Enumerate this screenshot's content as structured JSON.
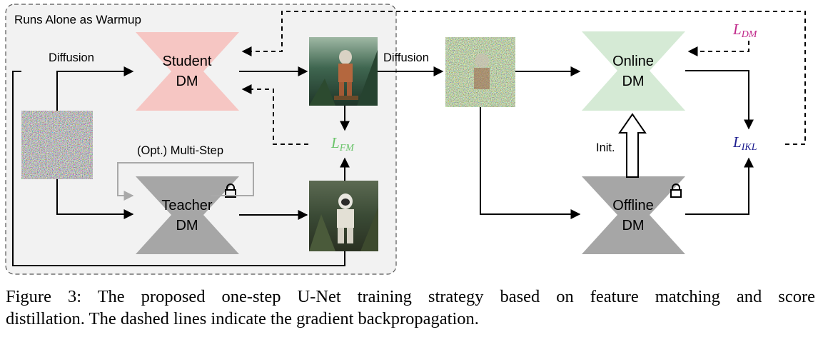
{
  "diagram": {
    "warmup_label": "Runs Alone as Warmup",
    "diffusion_label_left": "Diffusion",
    "diffusion_label_right": "Diffusion",
    "student": {
      "line1": "Student",
      "line2": "DM"
    },
    "teacher": {
      "line1": "Teacher",
      "line2": "DM"
    },
    "online": {
      "line1": "Online",
      "line2": "DM"
    },
    "offline": {
      "line1": "Offline",
      "line2": "DM"
    },
    "multistep_label": "(Opt.) Multi-Step",
    "init_label": "Init.",
    "loss_fm": {
      "symbol": "L",
      "sub": "FM"
    },
    "loss_dm": {
      "symbol": "L",
      "sub": "DM"
    },
    "loss_ikl": {
      "symbol": "L",
      "sub": "IKL"
    },
    "colors": {
      "student": "#f6c6c3",
      "online": "#d5ead5",
      "teacher": "#a6a6a6",
      "offline": "#a6a6a6",
      "warmup_bg": "#f2f2f2",
      "loss_fm": "#6cc46c",
      "loss_dm": "#c0288a",
      "loss_ikl": "#1d1d8f"
    },
    "icons": [
      "lock-icon",
      "lock-icon",
      "init-up-arrow-icon"
    ]
  },
  "caption": {
    "line1": "Figure 3: The proposed one-step U-Net training strategy based on feature matching and score",
    "line2": "distillation. The dashed lines indicate the gradient backpropagation."
  }
}
